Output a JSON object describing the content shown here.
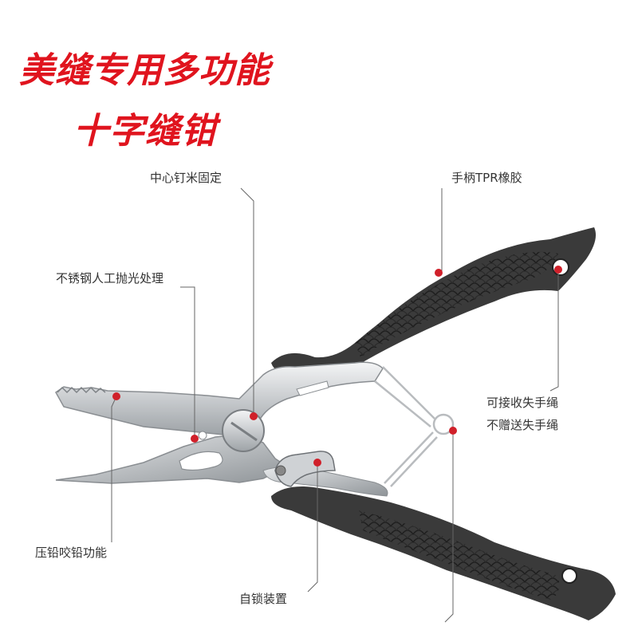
{
  "headline": {
    "line1": "美缝专用多功能",
    "line2": "十字缝钳"
  },
  "callouts": {
    "center_pin": "中心钉米固定",
    "handle_material": "手柄TPR橡胶",
    "stainless_polish": "不锈钢人工抛光处理",
    "lanyard_line1": "可接收失手绳",
    "lanyard_line2": "不赠送失手绳",
    "crimp_function": "压铅咬铅功能",
    "self_lock": "自锁装置"
  },
  "colors": {
    "headline": "#e0141e",
    "marker_dot": "#d0202a",
    "handle": "#3a3a3a",
    "steel": "#d6d8da"
  }
}
